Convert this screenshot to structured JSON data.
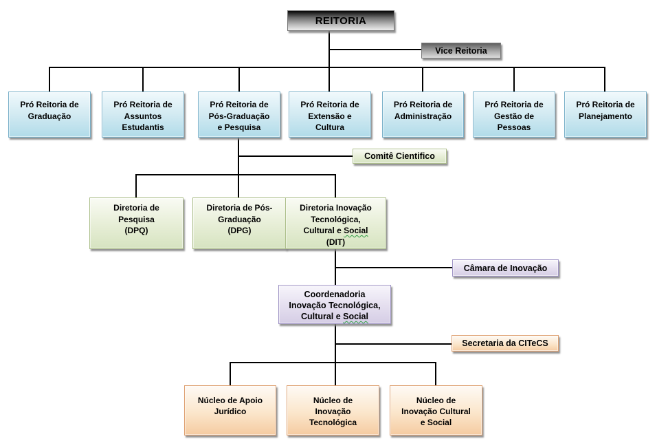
{
  "palette": {
    "line": "#000000",
    "reitoria-bottom": "#ededed",
    "gray-top": "#5f5f5f",
    "gray-bottom": "#dcdcdc",
    "gray-border": "#7a7a7a",
    "blue-top": "#f0f9fc",
    "blue-bottom": "#b0dbe9",
    "blue-border": "#79b0c9",
    "green-top": "#f9fbf4",
    "green-bottom": "#d6e3c0",
    "green-border": "#aec08c",
    "purple-top": "#f7f5fb",
    "purple-bottom": "#d5cde5",
    "purple-border": "#a095c6",
    "orange-top": "#fefaf5",
    "orange-bottom": "#f5cba1",
    "orange-border": "#dfa273",
    "wavy": "#2f9e44"
  },
  "org": {
    "reitoria": {
      "label": "REITORIA"
    },
    "vice_reitoria": {
      "label": "Vice Reitoria"
    },
    "pro_graduacao": {
      "label": "Pró Reitoria de\nGraduação"
    },
    "pro_assuntos_estudantis": {
      "label": "Pró Reitoria de\nAssuntos\nEstudantis"
    },
    "pro_pos_graduacao_pesquisa": {
      "label": "Pró Reitoria de\nPós-Graduação\ne Pesquisa"
    },
    "pro_extensao_cultura": {
      "label": "Pró Reitoria de\nExtensão e\nCultura"
    },
    "pro_administracao": {
      "label": "Pró Reitoria de\nAdministração"
    },
    "pro_gestao_pessoas": {
      "label": "Pró Reitoria de\nGestão de\nPessoas"
    },
    "pro_planejamento": {
      "label": "Pró Reitoria de\nPlanejamento"
    },
    "comite_cientifico": {
      "label": "Comitê Cientifico"
    },
    "diretoria_pesquisa": {
      "label": "Diretoria de\nPesquisa\n(DPQ)"
    },
    "diretoria_pos_graduacao": {
      "label": "Diretoria de Pós-\nGraduação\n(DPG)"
    },
    "diretoria_inovacao": {
      "label": "Diretoria Inovação\nTecnológica,\nCultural e Social\n(DIT)",
      "wavy_word": "Social"
    },
    "camara_inovacao": {
      "label": "Câmara de Inovação"
    },
    "coordenadoria": {
      "label": "Coordenadoria\nInovação Tecnológica,\nCultural e Social",
      "wavy_word": "Social"
    },
    "secretaria_citecs": {
      "label": "Secretaria da CITeCS"
    },
    "nucleo_apoio_juridico": {
      "label": "Núcleo de Apoio\nJurídico"
    },
    "nucleo_inovacao_tecnologica": {
      "label": "Núcleo de\nInovação\nTecnológica"
    },
    "nucleo_inovacao_cultural": {
      "label": "Núcleo de\nInovação Cultural\ne Social"
    }
  },
  "relationships": [
    [
      "REITORIA",
      "Vice Reitoria"
    ],
    [
      "REITORIA",
      "Pró Reitoria de Graduação"
    ],
    [
      "REITORIA",
      "Pró Reitoria de Assuntos Estudantis"
    ],
    [
      "REITORIA",
      "Pró Reitoria de Pós-Graduação e Pesquisa"
    ],
    [
      "REITORIA",
      "Pró Reitoria de Extensão e Cultura"
    ],
    [
      "REITORIA",
      "Pró Reitoria de Administração"
    ],
    [
      "REITORIA",
      "Pró Reitoria de Gestão de Pessoas"
    ],
    [
      "REITORIA",
      "Pró Reitoria de Planejamento"
    ],
    [
      "Pró Reitoria de Pós-Graduação e Pesquisa",
      "Comitê Cientifico"
    ],
    [
      "Pró Reitoria de Pós-Graduação e Pesquisa",
      "Diretoria de Pesquisa (DPQ)"
    ],
    [
      "Pró Reitoria de Pós-Graduação e Pesquisa",
      "Diretoria de Pós-Graduação (DPG)"
    ],
    [
      "Pró Reitoria de Pós-Graduação e Pesquisa",
      "Diretoria Inovação Tecnológica, Cultural e Social (DIT)"
    ],
    [
      "Diretoria Inovação Tecnológica, Cultural e Social (DIT)",
      "Câmara de Inovação"
    ],
    [
      "Diretoria Inovação Tecnológica, Cultural e Social (DIT)",
      "Coordenadoria Inovação Tecnológica, Cultural e Social"
    ],
    [
      "Coordenadoria Inovação Tecnológica, Cultural e Social",
      "Secretaria da CITeCS"
    ],
    [
      "Coordenadoria Inovação Tecnológica, Cultural e Social",
      "Núcleo de Apoio Jurídico"
    ],
    [
      "Coordenadoria Inovação Tecnológica, Cultural e Social",
      "Núcleo de Inovação Tecnológica"
    ],
    [
      "Coordenadoria Inovação Tecnológica, Cultural e Social",
      "Núcleo de Inovação Cultural e Social"
    ]
  ]
}
